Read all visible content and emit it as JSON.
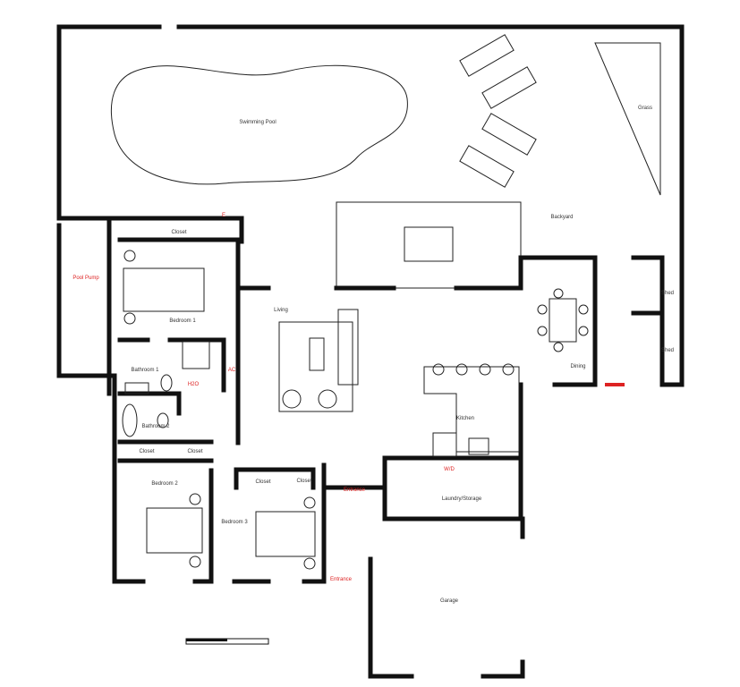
{
  "title": "House floor plan",
  "rooms": {
    "swimming_pool": "Swimming Pool",
    "grass": "Grass",
    "backyard": "Backyard",
    "pool_pump": "Pool Pump",
    "closet_master": "Closet",
    "bedroom1": "Bedroom 1",
    "bathroom1": "Bathroom 1",
    "h2o": "H2O",
    "ac": "AC",
    "e_marker": "E",
    "living": "Living",
    "bathroom2": "Bathroom 2",
    "closet_b2a": "Closet",
    "closet_b2b": "Closet",
    "bedroom2": "Bedroom 2",
    "closet_b3a": "Closet",
    "closet_b3b": "Closet",
    "bedroom3": "Bedroom 3",
    "entrance1": "Entrance",
    "entrance2": "Entrance",
    "kitchen": "Kitchen",
    "wd": "W/D",
    "laundry": "Laundry/Storage",
    "dining": "Dining",
    "shed1": "Shed",
    "shed2": "Shed",
    "garage": "Garage"
  },
  "colors": {
    "wall": "#111111",
    "accent_label": "#dd2222"
  }
}
